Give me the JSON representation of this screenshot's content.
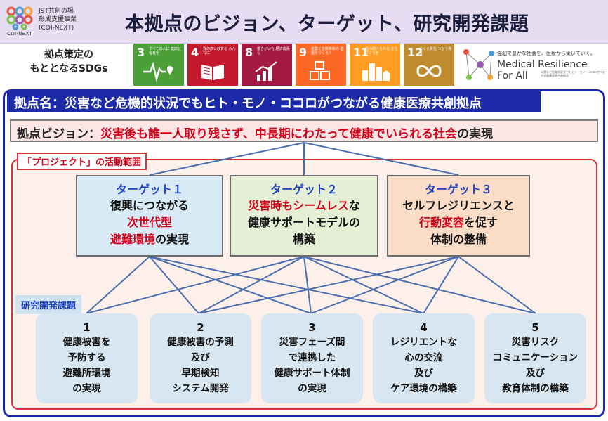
{
  "header": {
    "logo_caption": "COI-NEXT",
    "logo_lines": [
      "JST共創の場",
      "形成支援事業",
      "(COI-NEXT)"
    ],
    "title": "本拠点のビジョン、ターゲット、研究開発課題"
  },
  "sdgs": {
    "label_lines": [
      "拠点策定の",
      "もととなるSDGs"
    ],
    "items": [
      {
        "num": "3",
        "text": "すべての人に 健康と福祉を",
        "color": "#4c9f38",
        "icon": "heartbeat-icon"
      },
      {
        "num": "4",
        "text": "質の高い教育を みんなに",
        "color": "#c5192d",
        "icon": "book-icon"
      },
      {
        "num": "8",
        "text": "働きがいも 経済成長も",
        "color": "#a21942",
        "icon": "growth-chart-icon"
      },
      {
        "num": "9",
        "text": "産業と技術革新の 基盤をつくろう",
        "color": "#fd6925",
        "icon": "cubes-icon"
      },
      {
        "num": "11",
        "text": "住み続けられる まちづくりを",
        "color": "#fd9d24",
        "icon": "city-icon"
      },
      {
        "num": "12",
        "text": "つくる責任 つかう責任",
        "color": "#bf8b2e",
        "icon": "infinity-icon"
      }
    ]
  },
  "mra": {
    "tagline": "強靭で豊かな社会を、医療から築いていく。",
    "name_lines": [
      "Medical Resilience",
      "For All"
    ],
    "sub": "災害など危機的状況でもヒト・モノ・ココロがつながる健康医療共創拠点"
  },
  "hub_name": "拠点名：災害など危機的状況でもヒト・モノ・ココロがつながる健康医療共創拠点",
  "vision": {
    "label": "拠点ビジョン：",
    "text": "災害後も誰一人取り残さず、中長期にわたって健康でいられる社会",
    "end": "の実現"
  },
  "project_tag": "「プロジェクト」の活動範囲",
  "targets": [
    {
      "title": "ターゲット１",
      "lines": [
        "復興につながる",
        "次世代型",
        "避難環境の実現"
      ],
      "fill": "#d7eaf6"
    },
    {
      "title": "ターゲット２",
      "lines": [
        "災害時もシームレスな",
        "健康サポートモデルの",
        "構築"
      ],
      "fill": "#e4efd5"
    },
    {
      "title": "ターゲット３",
      "lines": [
        "セルフレジリエンスと",
        "行動変容を促す",
        "体制の整備"
      ],
      "fill": "#fbdcc6"
    }
  ],
  "rd_tag": "研究開発課題",
  "tasks": [
    {
      "num": "1",
      "lines": [
        "健康被害を",
        "予防する",
        "避難所環境",
        "の実現"
      ]
    },
    {
      "num": "2",
      "lines": [
        "健康被害の予測",
        "及び",
        "早期検知",
        "システム開発"
      ]
    },
    {
      "num": "3",
      "lines": [
        "災害フェーズ間",
        "で連携した",
        "健康サポート体制",
        "の実現"
      ]
    },
    {
      "num": "4",
      "lines": [
        "レジリエントな",
        "心の交流",
        "及び",
        "ケア環境の構築"
      ]
    },
    {
      "num": "5",
      "lines": [
        "災害リスク",
        "コミュニケーション",
        "及び",
        "教育体制の構築"
      ]
    }
  ],
  "colors": {
    "accent": "#1d2aa8",
    "highlight": "#d0021b",
    "project_border": "#e0303a",
    "link_line": "#4a6fb0"
  }
}
